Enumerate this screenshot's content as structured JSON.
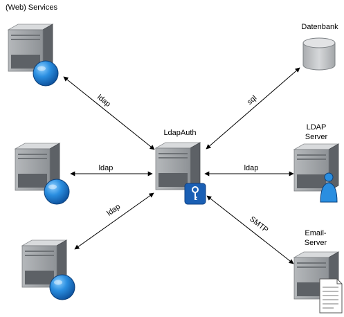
{
  "title": "(Web) Services",
  "nodes": {
    "ldapauth": {
      "label": "LdapAuth"
    },
    "database": {
      "label": "Datenbank"
    },
    "ldap_server": {
      "label_line1": "LDAP",
      "label_line2": "Server"
    },
    "email_server": {
      "label_line1": "Email-",
      "label_line2": "Server"
    }
  },
  "edges": {
    "service1": {
      "label": "ldap"
    },
    "service2": {
      "label": "ldap"
    },
    "service3": {
      "label": "ldap"
    },
    "database": {
      "label": "sql"
    },
    "ldap_server": {
      "label": "ldap"
    },
    "email_server": {
      "label": "SMTP"
    }
  },
  "colors": {
    "server_front": "#9da1a5",
    "server_side": "#5f6368",
    "server_top": "#d7d9db",
    "globe": "#1f7fd0",
    "badge": "#1a5fb4",
    "db": "#c9cbcd"
  },
  "icons": {
    "globe": "globe-icon",
    "key": "key-icon",
    "user": "user-icon",
    "document": "document-icon",
    "database": "database-icon",
    "server": "server-icon"
  }
}
